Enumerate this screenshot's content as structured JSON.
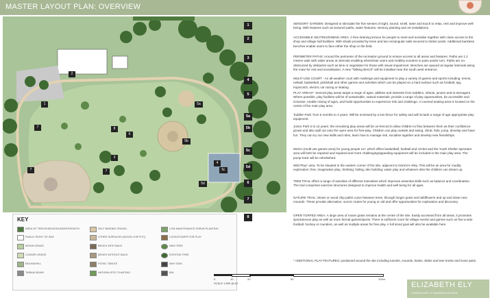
{
  "header": {
    "title": "MASTER LAYOUT PLAN: OVERVIEW"
  },
  "plan": {
    "labels": [
      "1",
      "2",
      "3",
      "4",
      "5a",
      "5b",
      "5c",
      "5d",
      "5d",
      "6",
      "7",
      "7",
      "7",
      "8"
    ]
  },
  "notes": [
    {
      "num": "1",
      "text": "SENSORY GARDEN: Designed to stimulate the five senses of sight, sound, smell, taste and touch to relax, rest and improve well being. With features such as textured paths, water features, sensory planting and art installations."
    },
    {
      "num": "2",
      "text": "ACCESSIBLE SEATING/DINING AREA: A free draining terrace for people to meet and socialise together with close access to the shop and village hall facilities. With shade provided by trees and two rectangular sails secured to timber posts. Additional backless benches enable users to face either the shop or the field."
    },
    {
      "num": "3",
      "text": "PERIMETER PATHS: Around the perimeter of the recreation ground to ensure access to all areas and features. Paths are 1.2 metres wide with wider areas at intervals enabling wheelchair users and mobility scooters to pass and/or turn. Paths are un-obstructed by obstacles such as bins or vegetation for those with visual impairment. Benches are spaced at regular intervals along the route for rest and socialisation. A new \"Talking Bench\" will be installed near the south west entrance."
    },
    {
      "num": "4",
      "text": "MULTI-USE COURT - An all-weather court with markings and equipment to play a variety of games and sports including: tennis, netball, basketball, pickleball and other games and activities which can be played on a hard surface such as football, tag, hopscotch, electric car racing or skating."
    },
    {
      "num": "5",
      "text": "PLAY AREAS*: Several play areas target a range of ages, abilities and interests from toddlers, infants, juniors and to teenagers. Where possible, play facilities will be of sustainable, natural materials; provide a range of play opportunities, be accessible and inclusive, enable mixing of ages, and build opportunities to experience risk and challenge. A covered seating area is located on the centre of the main play area."
    },
    {
      "num": "5a",
      "text": "Toddler Park: from 6 months to 4 years. Will be enclosed by a low fence for safety and will include a range of age appropriate play equipment."
    },
    {
      "num": "5b",
      "text": "Junior Park 5 to 12 years: the remaining play areas will be un-fenced to allow children to flow between them as their confidence grows and also spill out onto the open area for free-play. Children can play outside and swing, climb, hide, jump, develop and have fun. They can try our new skills and roles, learn how to manage risk, socialise together and develop new friendships."
    },
    {
      "num": "5c",
      "text": "MUGA (multi use games area) for young people 12+ which offers basketball, football and cricket and the Youth Shelter spectator area will both be repaired and repaired and more challenging/appealing equipment will be included in the main play area. The pump track will be refurbished."
    },
    {
      "num": "5d",
      "text": "Wild Play* area: To be situated in the eastern corner of the site, adjacent to Norton's Alley. This will be an area for muddy exploration; free, imaginative play; climbing; hiding; den building; water play and whatever else the children can dream up."
    },
    {
      "num": "6",
      "text": "TRIM TRAIL offers a range of activities of different intensities which improves essential skills such as balance and coordination. The trail comprises exercise structures designed to improve health and well being for all ages."
    },
    {
      "num": "7",
      "text": "NATURE TRAIL: Mown or wood chip paths curve between trees, through longer grass and wildflowers and up and down new mounds. These provide alternative, scenic routes for young or old and offer opportunities for exploration and discovery."
    },
    {
      "num": "8",
      "text": "OPEN TURFED AREA: A large area of mown grass remains at the centre of the site. Easily accessed from all areas, it promotes spontaneous play as well as more formal games/sports. There is sufficient room for village events and games such as five-a-side football, hockey or rounders, as well as multiple areas for free play. A full sized goal will also be available here."
    }
  ],
  "footnote": "* ADDITIONAL PLAY FEATURES: positioned around the site including tunnels, mounds, banks, slides and tree trunks and loose parts.",
  "key": {
    "title": "KEY",
    "col1": [
      {
        "label": "AREA OF TREES/HEDGES/UNDERGROWTH",
        "color": "#4e7a3d"
      },
      {
        "label": "PUBLIC RIGHT OF WAY",
        "color": "#ffffff"
      },
      {
        "label": "MOWN GRASS",
        "color": "#b8cfa0"
      },
      {
        "label": "LONGER GRASS",
        "color": "#cfdcb8"
      },
      {
        "label": "MOUND/HILL",
        "color": "#9fb78a"
      },
      {
        "label": "TARMACADAM",
        "color": "#8a8a8a"
      }
    ],
    "col2": [
      {
        "label": "SELF BINDING GRAVEL",
        "color": "#d9c7a7"
      },
      {
        "label": "OTHER SURFACES (WOOD CHIP ETC)",
        "color": "#c9b79a"
      },
      {
        "label": "BENCH WITH BACK",
        "color": "#7a6a55"
      },
      {
        "label": "BENCH WITHOUT BACK",
        "color": "#a89880"
      },
      {
        "label": "PICNIC TABLES",
        "color": "#8f7f66"
      },
      {
        "label": "NATURALISTIC PLANTING",
        "color": "#6f9a5a"
      }
    ],
    "col3": [
      {
        "label": "LOW MAINTENANCE SHRUB PLANTING",
        "color": "#7ea46a"
      },
      {
        "label": "LOGS/STUMPS FOR PLAY",
        "color": "#8b6d4a"
      },
      {
        "label": "NEW TREE",
        "color": "#5f8a4a"
      },
      {
        "label": "EXISTING TREE",
        "color": "#3f6a32"
      },
      {
        "label": "WAY SIGN",
        "color": "#444444"
      },
      {
        "label": "BIN",
        "color": "#555555"
      }
    ]
  },
  "scale": {
    "ticks": [
      "0",
      "10",
      "20",
      "50",
      "100m"
    ],
    "label": "SCALE 1:500 @ A2"
  },
  "brand": {
    "name": "ELIZABETH ELY",
    "sub": "LANDSCAPE & GARDEN DESIGN"
  },
  "colors": {
    "header": "#a8b895",
    "grass": "#9bb88a",
    "trees": "#3f6a32",
    "path": "#d9c7a7"
  }
}
